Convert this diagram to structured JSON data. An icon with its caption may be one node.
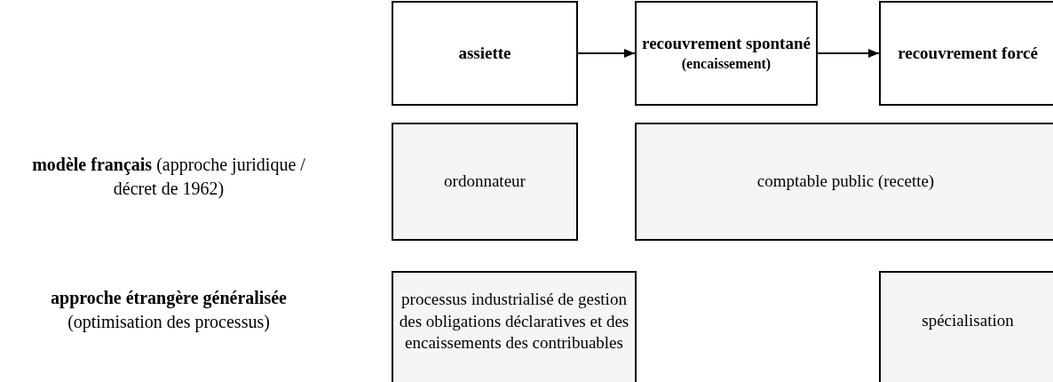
{
  "diagram": {
    "nodes": [
      {
        "text": [
          "assiette"
        ]
      },
      {
        "text": [
          "recouvrement spontané",
          "(encaissement)"
        ]
      },
      {
        "text": [
          "recouvrement forcé"
        ]
      },
      {
        "text": [
          "ordonnateur"
        ]
      },
      {
        "text": [
          "comptable public (recette)"
        ]
      },
      {
        "text": [
          "processus industrialisé de gestion des obligations déclaratives et des encaissements des contribuables"
        ]
      },
      {
        "text": [
          "spécialisation"
        ]
      }
    ],
    "edges": [
      {
        "from": 0,
        "to": 1,
        "arrow": "to"
      },
      {
        "from": 1,
        "to": 2,
        "arrow": "to"
      }
    ],
    "labels": [
      "**modèle français** (approche juridique / décret de 1962)",
      "**approche étrangère généralisée** (optimisation des processus)"
    ]
  }
}
